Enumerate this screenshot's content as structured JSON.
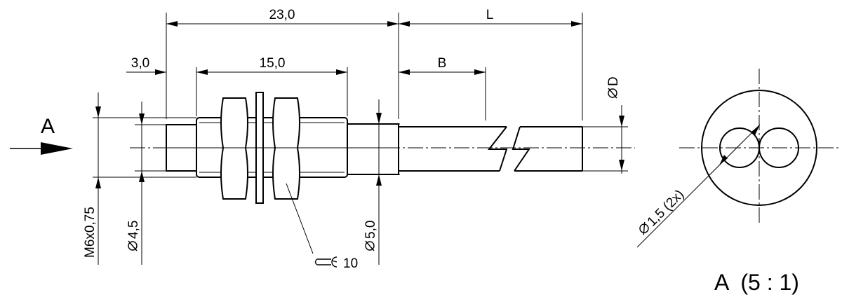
{
  "dimensions": {
    "overall_length": "23,0",
    "cable_length": "L",
    "cable_partial": "B",
    "front_offset": "3,0",
    "thread_length": "15,0",
    "cable_diameter": "D",
    "thread": "M6x0,75",
    "front_diameter": "4,5",
    "body_diameter": "5,0",
    "wrench_size": "10",
    "lens_diameter": "1,5 (2x)"
  },
  "view": {
    "marker": "A",
    "detail_label": "A  (5 : 1)"
  },
  "symbols": {
    "diameter": "diameter-symbol",
    "wrench": "wrench-icon"
  }
}
